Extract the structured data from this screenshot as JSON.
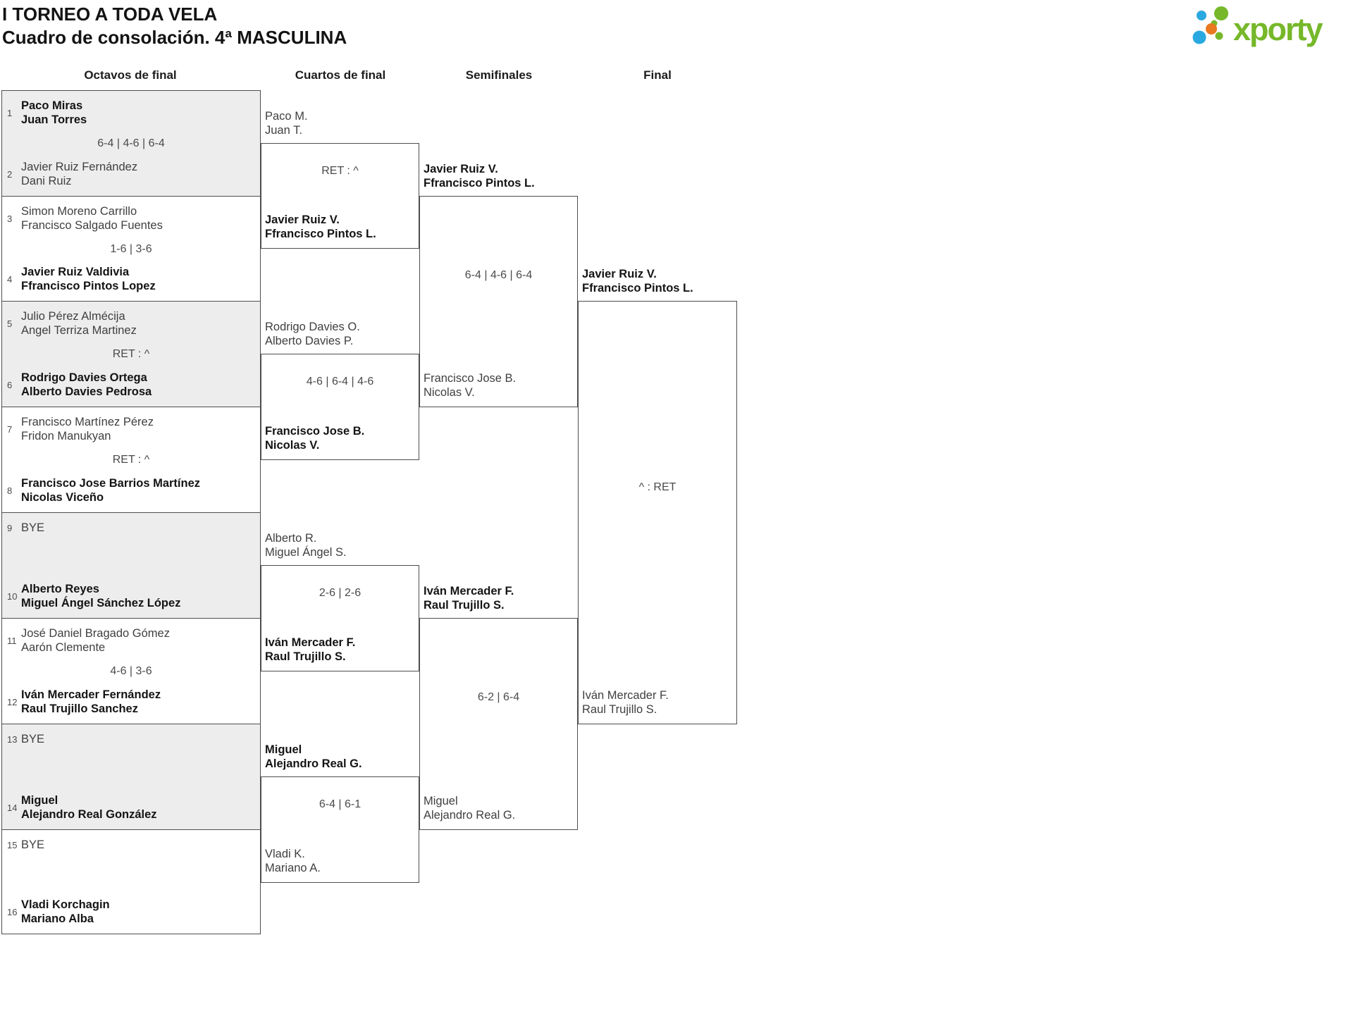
{
  "header": {
    "title_line1": "I TORNEO A TODA VELA",
    "title_line2": "Cuadro de consolación. 4ª MASCULINA",
    "logo_text": "xporty",
    "logo_colors": {
      "green": "#76b82a",
      "blue": "#2aa9e0",
      "orange": "#e8791e"
    }
  },
  "columns": [
    "Octavos de final",
    "Cuartos de final",
    "Semifinales",
    "Final"
  ],
  "bracket": {
    "octavos": [
      {
        "seed_top": "1",
        "top": [
          "Paco Miras",
          "Juan Torres"
        ],
        "top_winner": true,
        "score": "6-4 | 4-6 | 6-4",
        "seed_bottom": "2",
        "bottom": [
          "Javier Ruiz Fernández",
          "Dani Ruiz"
        ],
        "bottom_winner": false,
        "shaded": true
      },
      {
        "seed_top": "3",
        "top": [
          "Simon Moreno Carrillo",
          "Francisco Salgado Fuentes"
        ],
        "top_winner": false,
        "score": "1-6 | 3-6",
        "seed_bottom": "4",
        "bottom": [
          "Javier Ruiz Valdivia",
          "Ffrancisco Pintos Lopez"
        ],
        "bottom_winner": true,
        "shaded": false
      },
      {
        "seed_top": "5",
        "top": [
          "Julio Pérez Almécija",
          "Angel Terriza Martinez"
        ],
        "top_winner": false,
        "score": "RET : ^",
        "seed_bottom": "6",
        "bottom": [
          "Rodrigo Davies Ortega",
          "Alberto Davies Pedrosa"
        ],
        "bottom_winner": true,
        "shaded": true
      },
      {
        "seed_top": "7",
        "top": [
          "Francisco Martínez Pérez",
          "Fridon Manukyan"
        ],
        "top_winner": false,
        "score": "RET : ^",
        "seed_bottom": "8",
        "bottom": [
          "Francisco Jose Barrios Martínez",
          "Nicolas Viceño"
        ],
        "bottom_winner": true,
        "shaded": false
      },
      {
        "seed_top": "9",
        "top": [
          "BYE"
        ],
        "top_winner": false,
        "score": "",
        "seed_bottom": "10",
        "bottom": [
          "Alberto Reyes",
          "Miguel Ángel Sánchez López"
        ],
        "bottom_winner": true,
        "shaded": true
      },
      {
        "seed_top": "11",
        "top": [
          "José Daniel Bragado Gómez",
          "Aarón Clemente"
        ],
        "top_winner": false,
        "score": "4-6 | 3-6",
        "seed_bottom": "12",
        "bottom": [
          "Iván Mercader Fernández",
          "Raul Trujillo Sanchez"
        ],
        "bottom_winner": true,
        "shaded": false
      },
      {
        "seed_top": "13",
        "top": [
          "BYE"
        ],
        "top_winner": false,
        "score": "",
        "seed_bottom": "14",
        "bottom": [
          "Miguel",
          "Alejandro Real González"
        ],
        "bottom_winner": true,
        "shaded": true
      },
      {
        "seed_top": "15",
        "top": [
          "BYE"
        ],
        "top_winner": false,
        "score": "",
        "seed_bottom": "16",
        "bottom": [
          "Vladi Korchagin",
          "Mariano Alba"
        ],
        "bottom_winner": true,
        "shaded": false
      }
    ],
    "cuartos": [
      {
        "top": [
          "Paco M.",
          "Juan T."
        ],
        "top_winner": false,
        "score": "RET : ^",
        "bottom": [
          "Javier Ruiz V.",
          "Ffrancisco Pintos L."
        ],
        "bottom_winner": true
      },
      {
        "top": [
          "Rodrigo Davies O.",
          "Alberto Davies P."
        ],
        "top_winner": false,
        "score": "4-6 | 6-4 | 4-6",
        "bottom": [
          "Francisco Jose B.",
          "Nicolas V."
        ],
        "bottom_winner": true
      },
      {
        "top": [
          "Alberto R.",
          "Miguel Ángel S."
        ],
        "top_winner": false,
        "score": "2-6 | 2-6",
        "bottom": [
          "Iván Mercader F.",
          "Raul Trujillo S."
        ],
        "bottom_winner": true
      },
      {
        "top": [
          "Miguel",
          "Alejandro Real G."
        ],
        "top_winner": true,
        "score": "6-4 | 6-1",
        "bottom": [
          "Vladi K.",
          "Mariano A."
        ],
        "bottom_winner": false
      }
    ],
    "semifinales": [
      {
        "top": [
          "Javier Ruiz V.",
          "Ffrancisco Pintos L."
        ],
        "top_winner": true,
        "score": "6-4 | 4-6 | 6-4",
        "bottom": [
          "Francisco Jose B.",
          "Nicolas V."
        ],
        "bottom_winner": false
      },
      {
        "top": [
          "Iván Mercader F.",
          "Raul Trujillo S."
        ],
        "top_winner": true,
        "score": "6-2 | 6-4",
        "bottom": [
          "Miguel",
          "Alejandro Real G."
        ],
        "bottom_winner": false
      }
    ],
    "final": [
      {
        "top": [
          "Javier Ruiz V.",
          "Ffrancisco Pintos L."
        ],
        "top_winner": true,
        "score": "^ : RET",
        "bottom": [
          "Iván Mercader F.",
          "Raul Trujillo S."
        ],
        "bottom_winner": false
      }
    ]
  }
}
